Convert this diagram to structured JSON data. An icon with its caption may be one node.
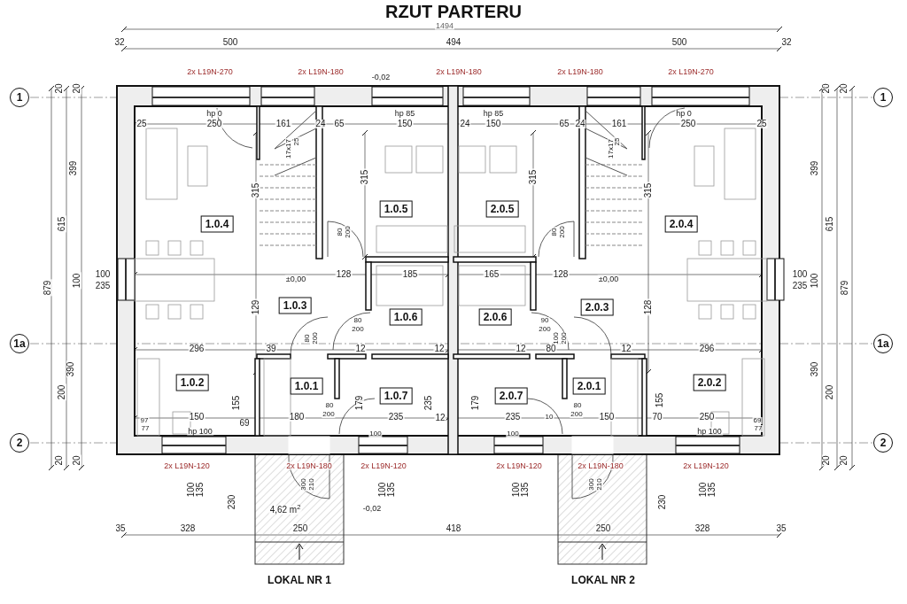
{
  "diagram": {
    "title": "RZUT PARTERU",
    "nodes": [
      {
        "text": [
          "1"
        ]
      },
      {
        "text": [
          "1"
        ]
      },
      {
        "text": [
          "1.0.5"
        ]
      },
      {
        "text": [
          "2.0.5"
        ]
      },
      {
        "text": [
          "1.0.4"
        ]
      },
      {
        "text": [
          "2.0.4"
        ]
      },
      {
        "text": [
          "1.0.3"
        ]
      },
      {
        "text": [
          "2.0.3"
        ]
      },
      {
        "text": [
          "1.0.6"
        ]
      },
      {
        "text": [
          "2.0.6"
        ]
      },
      {
        "text": [
          "1.0.2"
        ]
      },
      {
        "text": [
          "1.0.1"
        ]
      },
      {
        "text": [
          "2.0.1"
        ]
      },
      {
        "text": [
          "2.0.2"
        ]
      },
      {
        "text": [
          "1.0.7"
        ]
      },
      {
        "text": [
          "2.0.7"
        ]
      },
      {
        "text": [
          "1a"
        ]
      },
      {
        "text": [
          "1a"
        ]
      },
      {
        "text": [
          "2"
        ]
      },
      {
        "text": [
          "2"
        ]
      }
    ],
    "labels": [
      "1494",
      "32",
      "500",
      "494",
      "500",
      "32",
      "2x L19N-270",
      "2x L19N-180",
      "-0,02",
      "2x L19N-180",
      "2x L19N-180",
      "2x L19N-270",
      "20",
      "20",
      "20",
      "20",
      "hp 0",
      "hp 85",
      "hp 85",
      "hp 0",
      "25",
      "250",
      "161",
      "24",
      "65",
      "150",
      "24",
      "150",
      "65",
      "24",
      "161",
      "250",
      "25",
      "17x17",
      "25",
      "17x17",
      "25",
      "399",
      "399",
      "315",
      "315",
      "315",
      "315",
      "615",
      "615",
      "80",
      "200",
      "80",
      "200",
      "100",
      "235",
      "±0,00",
      "128",
      "185",
      "165",
      "128",
      "±0,00",
      "100",
      "235",
      "100",
      "879",
      "100",
      "879",
      "129",
      "128",
      "80",
      "200",
      "90",
      "200",
      "80",
      "200",
      "100",
      "200",
      "296",
      "39",
      "12",
      "12",
      "12",
      "80",
      "12",
      "296",
      "390",
      "390",
      "200",
      "200",
      "155",
      "80",
      "200",
      "179",
      "235",
      "179",
      "80",
      "200",
      "155",
      "97",
      "77",
      "150",
      "69",
      "180",
      "235",
      "12",
      "235",
      "10",
      "150",
      "70",
      "250",
      "69",
      "77",
      "hp 100",
      "100",
      "100",
      "hp 100",
      "20",
      "20",
      "20",
      "20",
      "2x L19N-120",
      "2x L19N-180",
      "2x L19N-120",
      "2x L19N-120",
      "2x L19N-180",
      "2x L19N-120",
      "100",
      "135",
      "300",
      "210",
      "100",
      "135",
      "100",
      "135",
      "300",
      "210",
      "100",
      "135",
      "230",
      "230",
      "4,62 m$^{2}$",
      "-0,02",
      "35",
      "328",
      "250",
      "418",
      "250",
      "328",
      "35",
      "LOKAL NR 1",
      "LOKAL NR 2"
    ]
  }
}
